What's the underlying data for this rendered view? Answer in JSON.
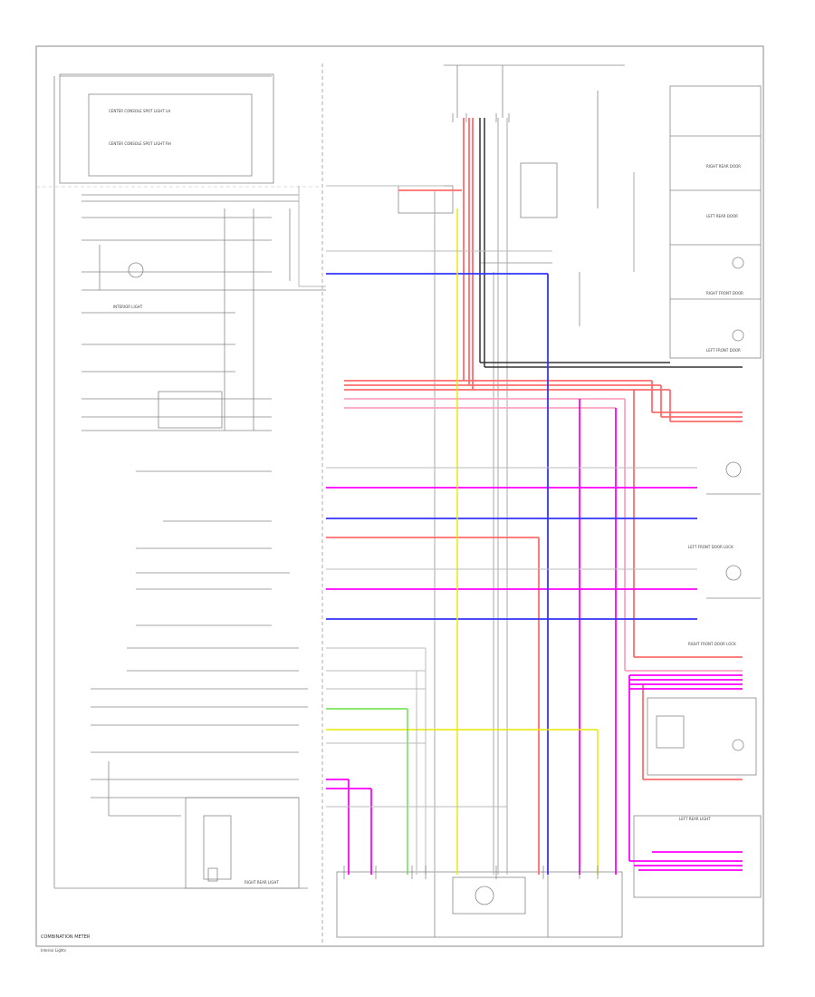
{
  "diagram": {
    "labels": {
      "interior_light_l": "CENTER CONSOLE SPOT LIGHT LH",
      "interior_light_r": "CENTER CONSOLE SPOT LIGHT RH",
      "interior_light": "INTERIOR LIGHT",
      "rear_door_rh": "RIGHT REAR DOOR",
      "rear_door_lh": "LEFT REAR DOOR",
      "front_door_rh": "RIGHT FRONT DOOR",
      "front_door_lh": "LEFT FRONT DOOR",
      "lf_door_lock": "LEFT FRONT DOOR LOCK",
      "rf_door_lock": "RIGHT FRONT DOOR LOCK",
      "lr_door_light": "LEFT REAR LIGHT",
      "rr_door_light": "RIGHT REAR LIGHT",
      "combo": "COMBINATION METER",
      "footer": "Interior Lights"
    },
    "colors": {
      "red": "#ff6b6b",
      "pink": "#ffa3c2",
      "magenta": "#ff00ff",
      "blue": "#3333ff",
      "yellow": "#e8e800",
      "green": "#66dd44",
      "gray": "#bbbbbb",
      "dark": "#333333"
    }
  }
}
